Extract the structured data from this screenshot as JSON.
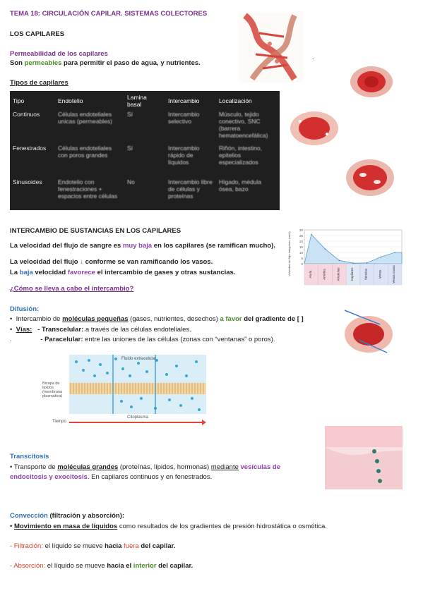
{
  "header": {
    "title": "TEMA 18: CIRCULACIÓN CAPILAR. SISTEMAS COLECTORES"
  },
  "section1": {
    "title": "LOS CAPILARES",
    "perm_title": "Permeabilidad de los capilares",
    "perm_text": {
      "a": "Son ",
      "b": "permeables",
      "c": " para permitir el paso de agua, y nutrientes."
    },
    "types_title": "Tipos de capilares"
  },
  "table": {
    "headers": [
      "Tipo",
      "Endotelio",
      "Lamina basal",
      "Intercambio",
      "Localización"
    ],
    "rows": [
      [
        "Continuos",
        "Células endoteliales unicas (permeables)",
        "Sí",
        "Intercambio selectivo",
        "Músculo, tejido conectivo, SNC (barrera hematoencefálica)"
      ],
      [
        "Fenestrados",
        "Células endoteliales con poros grandes",
        "Sí",
        "Intercambio rápido de líquidos",
        "Riñón, intestino, epitelios especializados"
      ],
      [
        "Sinusoides",
        "Endotelio con fenestraciones + espacios entre células",
        "No",
        "Intercambio libre de células y proteínas",
        "Hígado, médula ósea, bazo"
      ]
    ]
  },
  "section2": {
    "title": "INTERCAMBIO DE SUSTANCIAS EN LOS CAPILARES",
    "p1": {
      "a": "La velocidad del flujo de sangre es ",
      "b": "muy baja",
      "c": " en los capilares (se ramifican mucho)."
    },
    "p2": {
      "a": "La velocidad del flujo ",
      "arrow": "↓",
      "b": " conforme se van ramificando los vasos."
    },
    "p3": {
      "a": "La ",
      "b": "baja",
      "c": " velocidad ",
      "d": "favorece",
      "e": " el intercambio de gases y otras sustancias."
    },
    "question": "¿Cómo se lleva a cabo el intercambio?"
  },
  "difusion": {
    "title": "Difusión:",
    "b1": {
      "bullet": "•",
      "a": "Intercambio de ",
      "b": "moléculas pequeñas",
      "c": " (gases, nutrientes, desechos) ",
      "d": "a favor",
      "e": " del gradiente de [ ]"
    },
    "b2": {
      "bullet": "•",
      "label": "Vías:",
      "a": "- Transcelular:",
      "b": " a través de las células endoteliales."
    },
    "b3": {
      "dot": ".",
      "a": "- Paracelular:",
      "b": " entre las uniones de las células (zonas con “ventanas” o poros)."
    }
  },
  "diagram": {
    "membrane_label": "Bicapa de lípidos (membrana plasmática)",
    "extra": "Fluido extracelular",
    "cyto": "Citoplasma",
    "time": "Tiempo"
  },
  "transcitosis": {
    "title": "Transcitosis",
    "bullet": "•",
    "a": " Transporte de ",
    "b": "moléculas grandes",
    "c": " (proteínas, lípidos, hormonas) ",
    "d": "mediante",
    "e": " vesículas de endocitosis y exocitosis",
    "f": ". En capilares continuos y en fenestrados."
  },
  "conveccion": {
    "title": "Convección",
    "title2": " (filtración y absorción):",
    "bullet": "•",
    "b1a": "Movimiento en masa de líquidos",
    "b1b": " como resultados de los gradientes de presión hidrostática o osmótica.",
    "filt_a": "- Filtración:",
    "filt_b": " el líquido se mueve ",
    "filt_c": "hacia",
    "filt_d": " fuera",
    "filt_e": " del capilar.",
    "abs_a": "- Absorción:",
    "abs_b": " el líquido se mueve ",
    "abs_c": "hacia el",
    "abs_d": " interior",
    "abs_e": " del capilar."
  },
  "chart_data": {
    "type": "area",
    "categories": [
      "Aorta",
      "Arterias",
      "Arteriolas",
      "Capilares",
      "Vénulas",
      "Venas",
      "Venas cavas"
    ],
    "y_ticks": [
      0,
      5,
      10,
      15,
      20,
      25,
      30
    ],
    "ylim": [
      0,
      30
    ],
    "ylabel": "Velocidad de flujo sanguíneo (cm/s)",
    "values": [
      26,
      13,
      3,
      0.5,
      0.8,
      6,
      10
    ]
  },
  "colors": {
    "title": "#7b2f8e",
    "blue": "#2e6fb7",
    "purple": "#8e3fb0",
    "green": "#4a8c2a",
    "red": "#d9402b"
  }
}
